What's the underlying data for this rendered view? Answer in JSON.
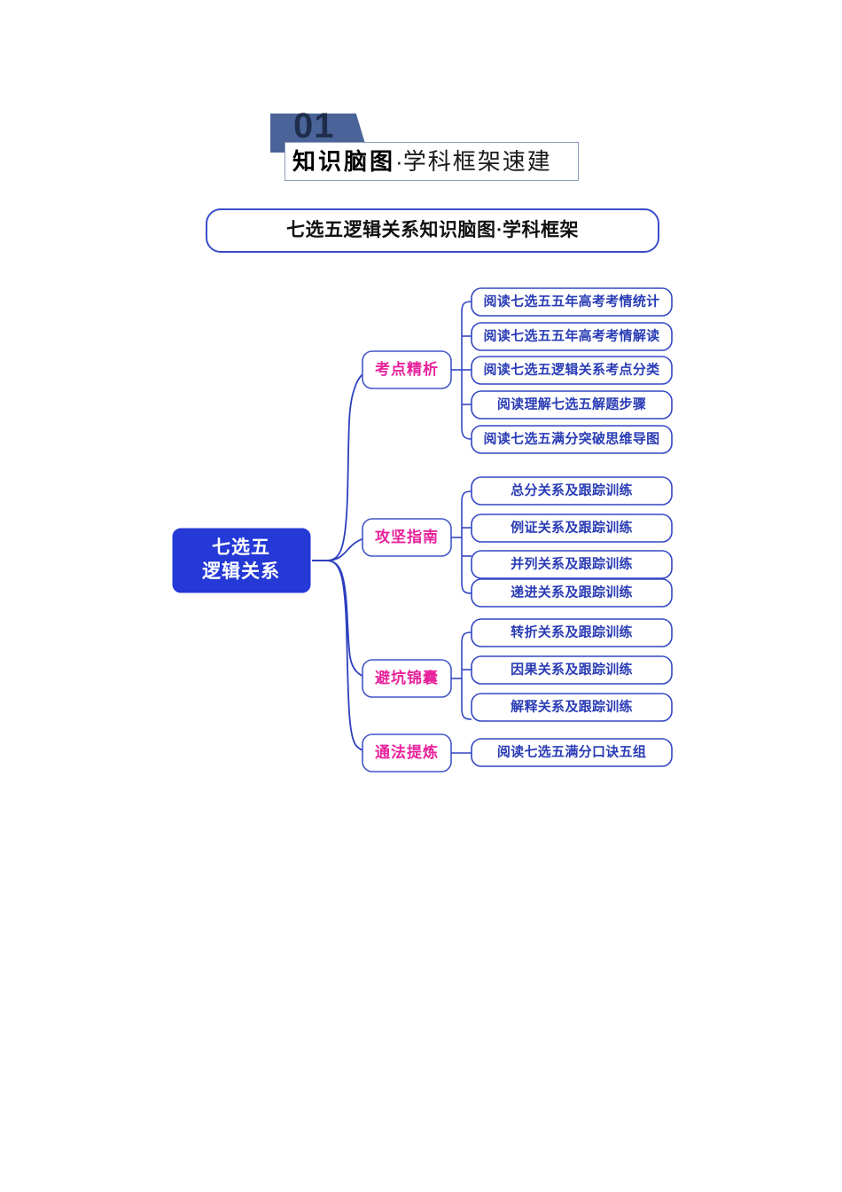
{
  "header": {
    "section_number": "01",
    "title_bold": "知识脑图",
    "title_sep": "·",
    "title_rest": "学科框架速建"
  },
  "diagram": {
    "doc_title": "七选五逻辑关系知识脑图·学科框架",
    "root": {
      "line1": "七选五",
      "line2": "逻辑关系"
    },
    "branches": [
      {
        "label": "考点精析",
        "leaves": [
          "阅读七选五五年高考考情统计",
          "阅读七选五五年高考考情解读",
          "阅读七选五逻辑关系考点分类",
          "阅读理解七选五解题步骤",
          "阅读七选五满分突破思维导图"
        ]
      },
      {
        "label": "攻坚指南",
        "leaves": [
          "总分关系及跟踪训练",
          "例证关系及跟踪训练",
          "并列关系及跟踪训练",
          "递进关系及跟踪训练"
        ]
      },
      {
        "label": "避坑锦囊",
        "leaves": [
          "转折关系及跟踪训练",
          "因果关系及跟踪训练",
          "解释关系及跟踪训练"
        ]
      },
      {
        "label": "通法提炼",
        "leaves": [
          "阅读七选五满分口诀五组"
        ]
      }
    ]
  },
  "colors": {
    "root_fill": "#2439d6",
    "branch_text": "#e8239c",
    "leaf_text": "#2a3cb5",
    "outline": "#3347c4",
    "banner": "#4a6499",
    "number": "#1f2d4d"
  }
}
